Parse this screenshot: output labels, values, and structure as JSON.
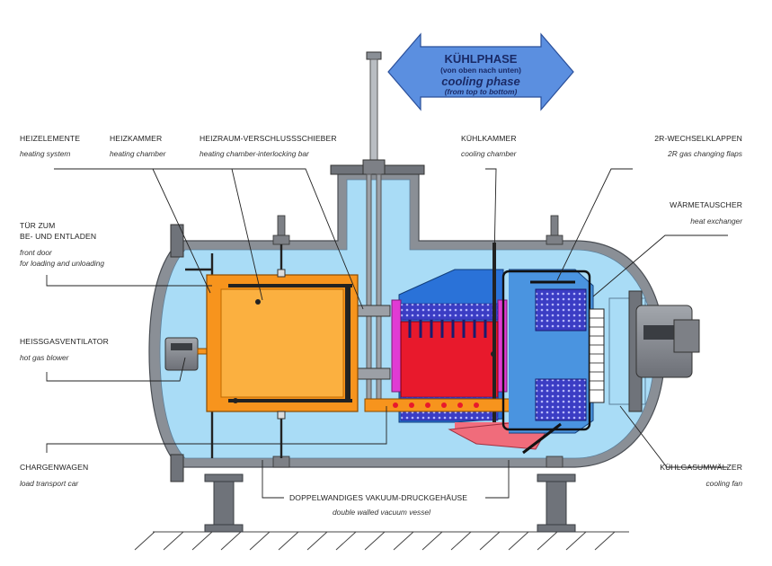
{
  "phase_arrow": {
    "title_de": "KÜHLPHASE",
    "sub_de": "(von oben nach unten)",
    "title_en": "cooling phase",
    "sub_en": "(from top to bottom)",
    "fill": "#5b8fe0"
  },
  "labels": {
    "heating_elements": {
      "de": "HEIZELEMENTE",
      "en": "heating system"
    },
    "heating_chamber": {
      "de": "HEIZKAMMER",
      "en": "heating  chamber"
    },
    "interlocking_bar": {
      "de": "HEIZRAUM-VERSCHLUSSSCHIEBER",
      "en": "heating chamber-interlocking bar"
    },
    "cooling_chamber": {
      "de": "KÜHLKAMMER",
      "en": "cooling chamber"
    },
    "gas_flaps": {
      "de": "2R-WECHSELKLAPPEN",
      "en": "2R gas changing flaps"
    },
    "heat_exchanger": {
      "de": "WÄRMETAUSCHER",
      "en": "heat exchanger"
    },
    "front_door": {
      "de1": "TÜR ZUM",
      "de2": "BE- UND ENTLADEN",
      "en1": "front door",
      "en2": "for loading and unloading"
    },
    "hot_gas_blower": {
      "de": "HEISSGASVENTILATOR",
      "en": "hot gas blower"
    },
    "load_car": {
      "de": "CHARGENWAGEN",
      "en": "load transport car"
    },
    "vacuum_vessel": {
      "de": "DOPPELWANDIGES VAKUUM-DRUCKGEHÄUSE",
      "en": "double walled vacuum vessel"
    },
    "cooling_fan": {
      "de": "KÜHLGASUMWÄLZER",
      "en": "cooling fan"
    }
  },
  "colors": {
    "vessel_wall": "#8a8f96",
    "vessel_inner": "#a9dcf6",
    "heating_chamber": "#f7941d",
    "heating_chamber_inner": "#fbb040",
    "cooling_hot": "#e8192c",
    "cooling_blue": "#2a72d8",
    "heat_exchanger": "#3b3dc4",
    "magenta": "#e03bd4",
    "motor": "#7d8086"
  }
}
